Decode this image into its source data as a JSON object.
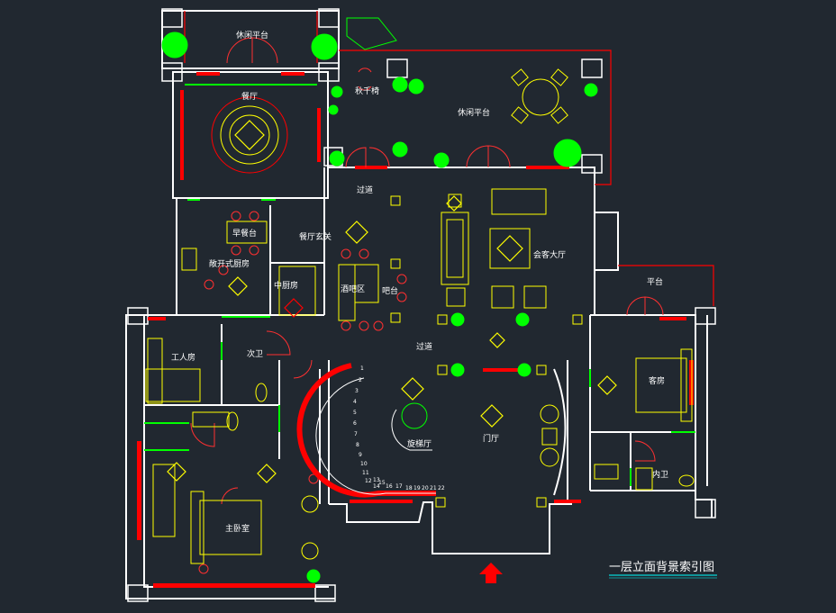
{
  "title": "一层立面背景索引图",
  "rooms": {
    "terrace_top": "休闲平台",
    "terrace_right": "休闲平台",
    "swing": "秋千椅",
    "dining": "餐厅",
    "corridor_top": "过道",
    "breakfast": "早餐台",
    "dining_foyer": "餐厅玄关",
    "open_kitchen": "敞开式厨房",
    "chinese_kitchen": "中厨房",
    "wine_area": "酒吧区",
    "bar": "吧台",
    "living": "会客大厅",
    "platform": "平台",
    "servant_room": "工人房",
    "second_bath": "次卫",
    "corridor_mid": "过道",
    "guest_room": "客房",
    "stair_hall": "旋梯厅",
    "entrance_hall": "门厅",
    "master_bedroom": "主卧室",
    "en_suite": "内卫"
  },
  "stair_numbers": [
    "1",
    "2",
    "3",
    "4",
    "5",
    "6",
    "7",
    "8",
    "9",
    "10",
    "11",
    "12",
    "13",
    "14",
    "15",
    "16",
    "17",
    "18",
    "19",
    "20",
    "21",
    "22"
  ],
  "colors": {
    "background": "#212830",
    "wall": "#ffffff",
    "furniture": "#ffff00",
    "window": "#ff0000",
    "plant": "#00ff00",
    "door": "#ff3030",
    "entrance_arrow": "#ff0000",
    "title_underline": "#00ffff"
  }
}
